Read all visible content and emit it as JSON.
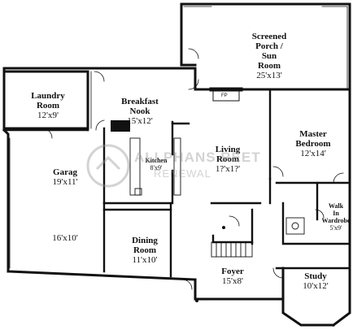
{
  "rooms": {
    "screened_porch": {
      "name": "Screened\nPorch /\nSun\nRoom",
      "dims": "25'x13'"
    },
    "laundry": {
      "name": "Laundry\nRoom",
      "dims": "12'x9'"
    },
    "breakfast": {
      "name": "Breakfast\nNook",
      "dims": "15'x12'"
    },
    "master": {
      "name": "Master\nBedroom",
      "dims": "12'x14'"
    },
    "living": {
      "name": "Living\nRoom",
      "dims": "1?'x1?'"
    },
    "garage": {
      "name": "Garag",
      "dims": "19'x11'",
      "dims2": "16'x10'"
    },
    "kitchen": {
      "name": "Kitchen",
      "dims": "8'x9'"
    },
    "walk_in": {
      "name": "Walk\nIn\nWardrobe",
      "dims": "5'x9'"
    },
    "dining": {
      "name": "Dining\nRoom",
      "dims": "11'x10'"
    },
    "foyer": {
      "name": "Foyer",
      "dims": "15'x8'"
    },
    "study": {
      "name": "Study",
      "dims": "10'x12'"
    }
  },
  "fixtures": {
    "fireplace": "FP"
  },
  "watermark": {
    "line1": "ALLPHANS REET",
    "line2": "RENEWAL"
  }
}
